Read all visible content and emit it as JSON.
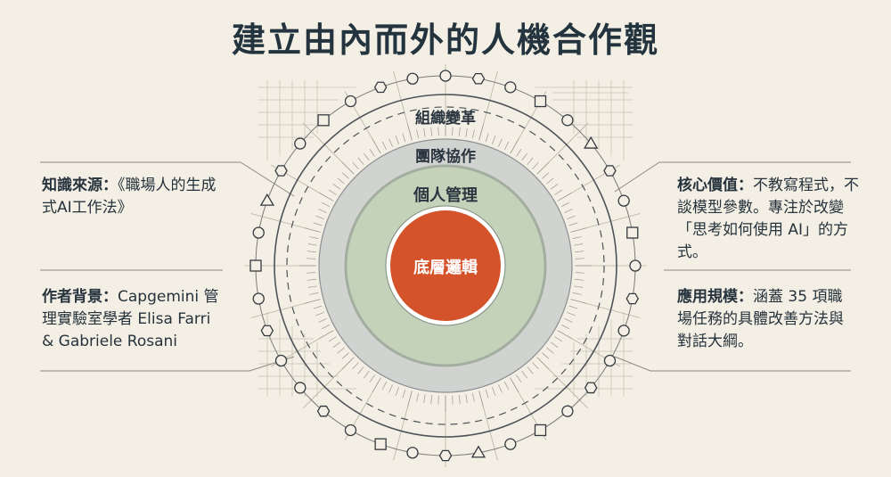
{
  "title": "建立由內而外的人機合作觀",
  "rings": {
    "outer": "組織變革",
    "middle": "團隊協作",
    "inner": "個人管理",
    "core": "底層邏輯"
  },
  "notes": {
    "knowledge_source": {
      "label": "知識來源：",
      "text": "《職場人的生成式AI工作法》"
    },
    "author_background": {
      "label": "作者背景：",
      "text": "Capgemini 管理實驗室學者 Elisa Farri & Gabriele Rosani"
    },
    "core_value": {
      "label": "核心價值：",
      "text": "不教寫程式，不談模型參數。專注於改變「思考如何使用 AI」的方式。"
    },
    "application_scale": {
      "label": "應用規模：",
      "text": "涵蓋 35 項職場任務的具體改善方法與對話大綱。"
    }
  },
  "colors": {
    "background": "#f3efe4",
    "ink": "#26333d",
    "core": "#d4532a",
    "inner_ring": "#c3d2b9",
    "middle_ring": "#d1d3d1"
  }
}
